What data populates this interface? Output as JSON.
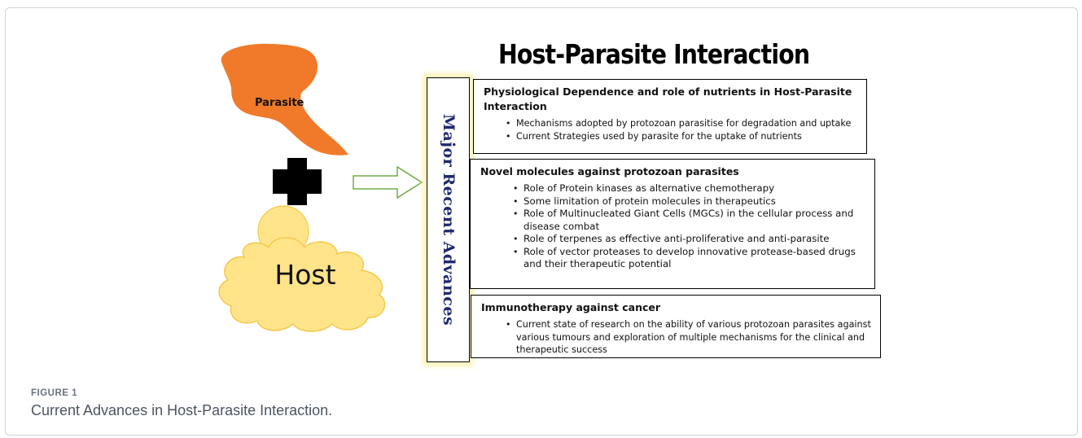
{
  "title": "Host-Parasite Interaction",
  "vertical_label": "Major Recent Advances",
  "left_panel": {
    "parasite_label": "Parasite",
    "host_label": "Host",
    "parasite_color": "#f07a2a",
    "host_color": "#ffe48a",
    "plus_color": "#000000",
    "arrow_color": "#70ad47"
  },
  "boxes": [
    {
      "heading": "Physiological Dependence and role of nutrients in Host-Parasite Interaction",
      "items": [
        "Mechanisms adopted by protozoan parasitise for degradation and uptake",
        "Current Strategies used by parasite for the uptake of nutrients"
      ]
    },
    {
      "heading": "Novel molecules against protozoan parasites",
      "items": [
        "Role of Protein kinases as alternative chemotherapy",
        "Some limitation of protein molecules in therapeutics",
        "Role of Multinucleated Giant Cells (MGCs) in the cellular process and disease combat",
        "Role of terpenes as effective anti-proliferative and anti-parasite",
        "Role of vector proteases to develop innovative protease-based drugs and their therapeutic potential"
      ]
    },
    {
      "heading": "Immunotherapy against cancer",
      "items": [
        "Current state of research on the ability of various protozoan parasites against various tumours and exploration of multiple mechanisms for the clinical and therapeutic success"
      ]
    }
  ],
  "figure": {
    "label": "FIGURE 1",
    "caption": "Current Advances in Host-Parasite Interaction."
  }
}
